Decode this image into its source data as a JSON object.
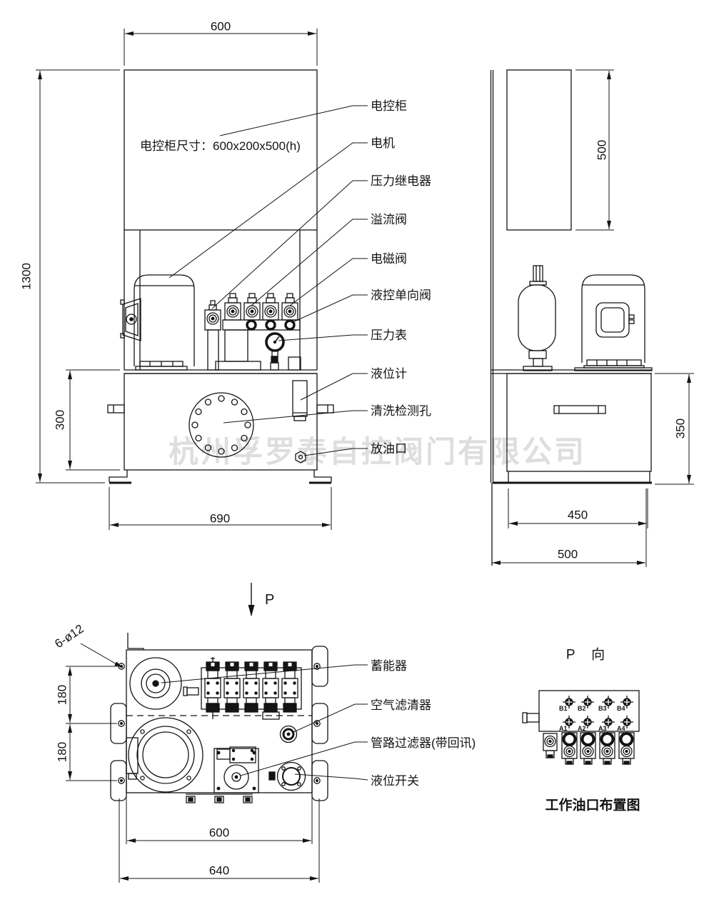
{
  "watermark": {
    "text": "杭州孚罗泰自控阀门有限公司"
  },
  "front_view": {
    "note": "电控柜尺寸：600x200x500(h)",
    "dim_top_width": "600",
    "dim_total_height": "1300",
    "dim_tank_height": "300",
    "dim_base_width": "690",
    "labels": {
      "cabinet": "电控柜",
      "motor": "电机",
      "pressure_relay": "压力继电器",
      "relief_valve": "溢流阀",
      "solenoid_valve": "电磁阀",
      "pilot_check_valve": "液控单向阀",
      "pressure_gauge": "压力表",
      "level_gauge": "液位计",
      "clean_inspect_hole": "清洗检测孔",
      "drain_port": "放油口"
    }
  },
  "side_view": {
    "dim_cabinet_height": "500",
    "dim_tank_height": "350",
    "dim_tank_width": "450",
    "dim_base_width": "500"
  },
  "top_view": {
    "view_arrow": "P",
    "holes_note": "6-ø12",
    "dim_hole_spacing_a": "180",
    "dim_hole_spacing_b": "180",
    "dim_inner_width": "600",
    "dim_outer_width": "640",
    "labels": {
      "accumulator": "蓄能器",
      "air_filter": "空气滤清器",
      "line_filter": "管路过滤器(带回讯)",
      "level_switch": "液位开关"
    }
  },
  "port_view": {
    "title": "P　向",
    "caption": "工作油口布置图",
    "b_ports": [
      "B1",
      "B2",
      "B3",
      "B4"
    ],
    "a_ports": [
      "A1",
      "A2",
      "A3",
      "A4"
    ]
  }
}
